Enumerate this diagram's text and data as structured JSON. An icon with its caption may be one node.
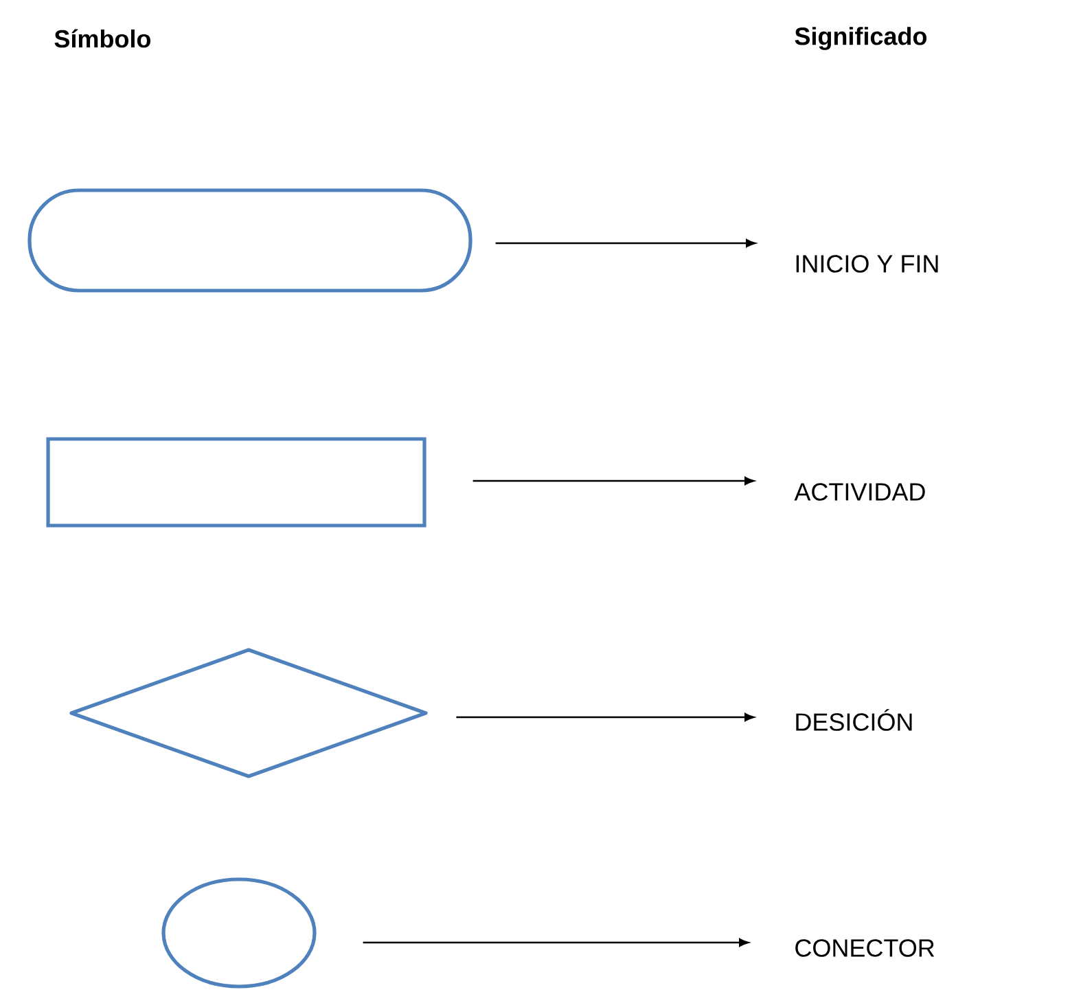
{
  "diagram": {
    "nodes": [
      {
        "text": [],
        "shape": "stadium"
      },
      {
        "text": [
          "INICIO Y FIN"
        ]
      },
      {
        "text": [],
        "shape": "box"
      },
      {
        "text": [
          "ACTIVIDAD"
        ]
      },
      {
        "text": [],
        "shape": "diamond"
      },
      {
        "text": [
          "DESICIÓN"
        ]
      },
      {
        "text": [],
        "shape": "ellipse"
      },
      {
        "text": [
          "CONECTOR"
        ]
      }
    ],
    "edges": [
      {
        "from": 0,
        "to": 1,
        "arrow": "to"
      },
      {
        "from": 2,
        "to": 3,
        "arrow": "to"
      },
      {
        "from": 4,
        "to": 5,
        "arrow": "to"
      },
      {
        "from": 6,
        "to": 7,
        "arrow": "to"
      }
    ],
    "labels": [
      "Símbolo",
      "Significado"
    ]
  }
}
